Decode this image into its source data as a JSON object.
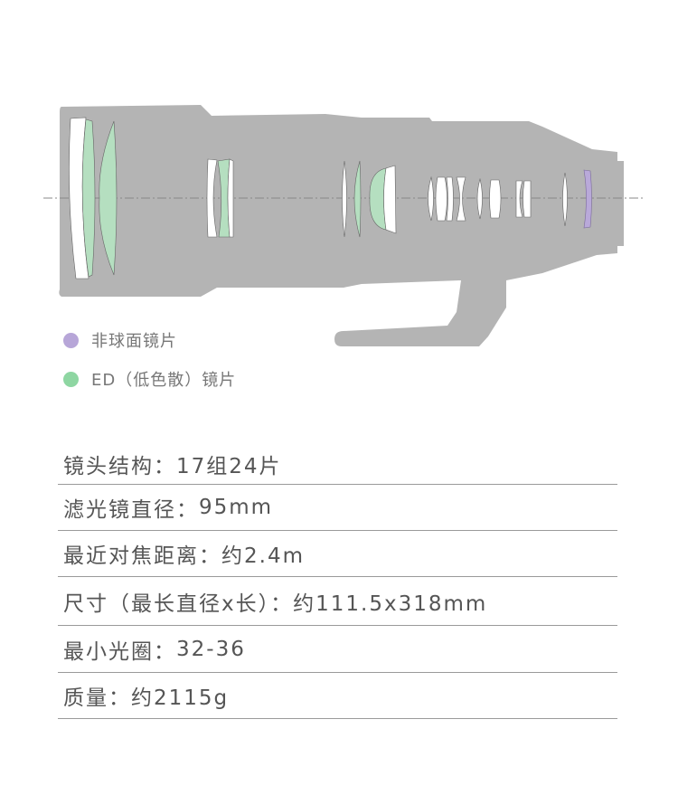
{
  "legend": [
    {
      "label": "非球面镜片",
      "color": "#b7a6d8"
    },
    {
      "label": "ED（低色散）镜片",
      "color": "#8ed6a2"
    }
  ],
  "specs": [
    {
      "label": "镜头结构：",
      "value": "17组24片"
    },
    {
      "label": "滤光镜直径：",
      "value": "95mm"
    },
    {
      "label": "最近对焦距离：",
      "value": "约2.4m"
    },
    {
      "label": "尺寸（最长直径x长）：",
      "value": "约111.5x318mm"
    },
    {
      "label": "最小光圈：",
      "value": "32-36"
    },
    {
      "label": "质量：",
      "value": "约2115g"
    }
  ],
  "colors": {
    "body": "#b4b4b4",
    "ed": "#b5dfc0",
    "aspherical": "#b9a9d9",
    "text": "#555555"
  }
}
